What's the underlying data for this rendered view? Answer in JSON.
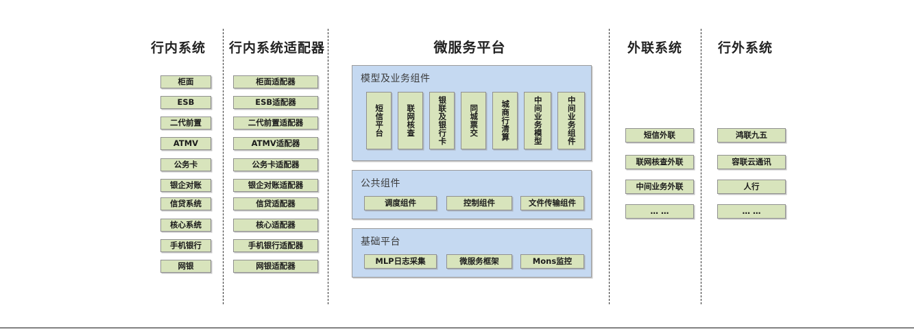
{
  "diagram": {
    "title_bar_rule": true,
    "colors": {
      "node_fill": "#d8e4bc",
      "node_border": "#8f8f8f",
      "panel_fill": "#c5d9f1",
      "panel_border": "#9a9a9a",
      "separator": "#2b2b2b",
      "text": "#1b1b1b"
    },
    "columns": [
      {
        "id": "in-bank-systems",
        "title": "行内系统",
        "items": [
          "柜面",
          "ESB",
          "二代前置",
          "ATMV",
          "公务卡",
          "银企对账",
          "信贷系统",
          "核心系统",
          "手机银行",
          "网银"
        ]
      },
      {
        "id": "in-bank-adapters",
        "title": "行内系统适配器",
        "items": [
          "柜面适配器",
          "ESB适配器",
          "二代前置适配器",
          "ATMV适配器",
          "公务卡适配器",
          "银企对账适配器",
          "信贷适配器",
          "核心适配器",
          "手机银行适配器",
          "网银适配器"
        ]
      },
      {
        "id": "microservice-platform",
        "title": "微服务平台",
        "panels": [
          {
            "id": "model-business-components",
            "title": "模型及业务组件",
            "orientation": "vertical",
            "items": [
              "短信平台",
              "联网核查",
              "银联及银行卡",
              "同城票交",
              "城商行清算",
              "中间业务模型",
              "中间业务组件"
            ]
          },
          {
            "id": "public-components",
            "title": "公共组件",
            "orientation": "horizontal",
            "items": [
              "调度组件",
              "控制组件",
              "文件传输组件"
            ]
          },
          {
            "id": "base-platform",
            "title": "基础平台",
            "orientation": "horizontal",
            "items": [
              "MLP日志采集",
              "微服务框架",
              "Mons监控"
            ]
          }
        ]
      },
      {
        "id": "external-link-systems",
        "title": "外联系统",
        "items": [
          "短信外联",
          "联网核查外联",
          "中间业务外联",
          "… …"
        ]
      },
      {
        "id": "outside-bank-systems",
        "title": "行外系统",
        "items": [
          "鸿联九五",
          "容联云通讯",
          "人行",
          "… …"
        ]
      }
    ]
  }
}
